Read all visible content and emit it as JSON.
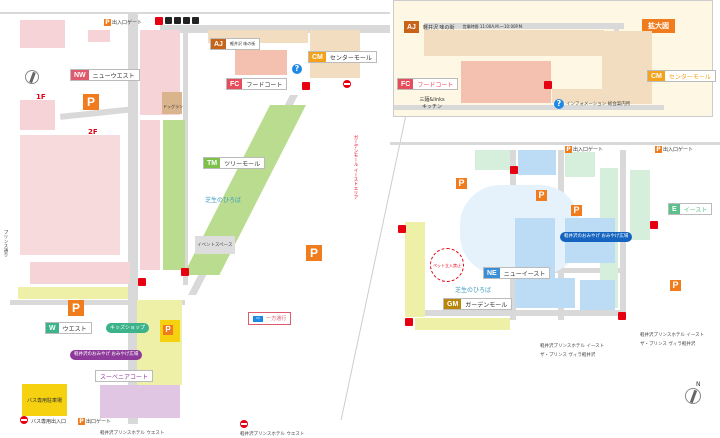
{
  "inset": {
    "title": "拡大図",
    "aj_code": "AJ",
    "aj_label": "軽井沢 味の街",
    "aj_hours": "営業時間 11:00A.M.〜10:00P.M.",
    "fc_code": "FC",
    "fc_label": "フードコート",
    "cm_code": "CM",
    "cm_label": "センターモール",
    "kitchen": "三麺&links キッチン",
    "info": "インフォメーション 総合案内所"
  },
  "zones": {
    "nw": {
      "code": "NW",
      "label": "ニューウエスト",
      "color": "#e05a6e"
    },
    "tm": {
      "code": "TM",
      "label": "ツリーモール",
      "color": "#7cc14a"
    },
    "w": {
      "code": "W",
      "label": "ウエスト",
      "color": "#3cb38a"
    },
    "ne": {
      "code": "NE",
      "label": "ニューイースト",
      "color": "#3a8fd6"
    },
    "gm": {
      "code": "GM",
      "label": "ガーデンモール",
      "color": "#b8860b"
    },
    "e": {
      "code": "E",
      "label": "イースト",
      "color": "#5cc08a"
    },
    "cm": {
      "code": "CM",
      "label": "センターモール",
      "color": "#f3a21a"
    },
    "aj": {
      "code": "AJ",
      "label": "軽井沢 味の街",
      "color": "#c8631a"
    },
    "fc": {
      "code": "FC",
      "label": "フードコート",
      "color": "#e74c5a"
    }
  },
  "labels": {
    "floor1": "1F",
    "floor2": "2F",
    "parking": "P",
    "one_way": "一方通行",
    "bus_parking": "バス専用駐車場",
    "bus_entrance": "バス専用出入口",
    "gate": "出入口ゲート",
    "gate_exit": "出口ゲート",
    "park_green": "芝生のひろば",
    "park_green2": "芝生のひろば",
    "pet_ban": "ペット立入禁止",
    "souvenir": "軽井沢のおみやげ おみやげ広場",
    "souvenir_court": "スーベニアコート",
    "kids": "キッズショップ",
    "dog": "ドッグラン",
    "event": "イベントスペース",
    "hotel_west": "軽井沢プリンスホテル ウエスト",
    "hotel_east": "軽井沢プリンスホテル イースト",
    "villa": "ザ・プリンス ヴィラ軽井沢",
    "east_area": "ガーデンモール イーストエリア",
    "prince_street": "プリンス通り",
    "north": "N"
  },
  "colors": {
    "parking": "#f07c1e",
    "road": "#d9d9d9",
    "inset_bg": "#fdf7e3"
  }
}
